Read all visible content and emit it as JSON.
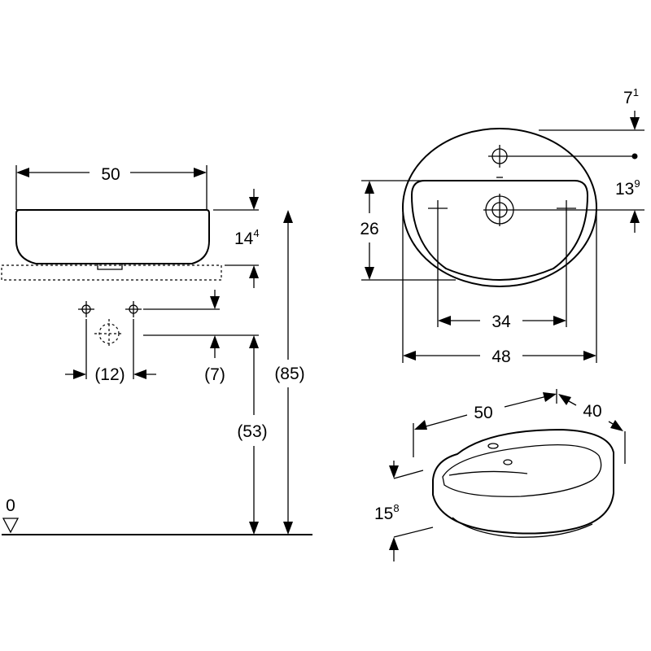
{
  "side_view": {
    "width_label": "50",
    "height_main": "14",
    "height_sup": "4",
    "tap_spacing_label": "(12)",
    "tap_offset_label": "(7)",
    "mount_height_label": "(53)",
    "total_height_label": "(85)",
    "floor_label": "0"
  },
  "top_view": {
    "rim_offset_main": "7",
    "rim_offset_sup": "1",
    "tap_hole_offset_main": "13",
    "tap_hole_offset_sup": "9",
    "depth_label": "26",
    "inner_width_label": "34",
    "outer_width_label": "48"
  },
  "iso_view": {
    "length_label": "50",
    "depth_label": "40",
    "height_main": "15",
    "height_sup": "8"
  }
}
